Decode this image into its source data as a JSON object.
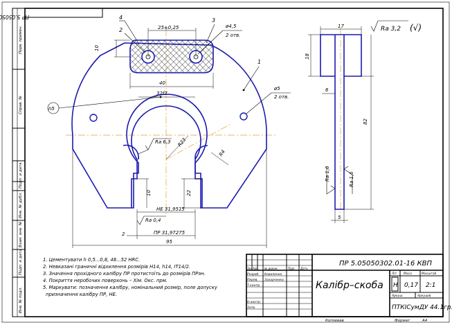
{
  "top_stamp": "ПР 5.05050302.01-16 КВП",
  "roughness_general": "Ra 3,2",
  "roughness_general_suffix": "(√)",
  "sidebar_labels": [
    "Перв. примен.",
    "Справ. №",
    "Подп. и дата",
    "Инв. № дубл.",
    "Взам. инв. №",
    "Подп. и дата",
    "Инв. № подл."
  ],
  "callouts": {
    "c1": "1",
    "c2": "2",
    "c3": "3",
    "c4": "4",
    "c2b": "2",
    "hole_small": "ø4,5",
    "hole_small_count": "2 отв.",
    "hole_big": "ø5",
    "hole_big_count": "2 отв.",
    "ref_n5": "n5"
  },
  "dimensions": {
    "d25": "25±0,25",
    "d10": "10",
    "d40": "40",
    "d32": "32f7",
    "ra63": "Ra 6,3",
    "r23": "R23",
    "r4": "R4",
    "d22": "22",
    "d10b": "10",
    "ne": "НЕ 31,9515",
    "ra04": "Ra 0,4",
    "pr": "ПР 31,97275",
    "d95": "95",
    "side17": "17",
    "side18": "18",
    "side6": "6",
    "side82": "82",
    "side_ra16a": "Ra 1,6",
    "side_ra16b": "Ra 1,6",
    "side5": "5"
  },
  "notes": [
    "1. Цементувати h 0,5...0,8, 48...52 HRC.",
    "2. Невказані граничні відхилення розмірів H14, h14, IT14/2.",
    "3. Значення прохідного калібру ПР протистоїть до розмірів ПРэн.",
    "4. Покриття неробочих поверхонь – Хім. Окс. прм.",
    "5. Маркувати: позначення калібру, номінальний розмір, поле допуску",
    "призначення калібру ПР, НЕ."
  ],
  "title_block": {
    "designation": "ПР 5.05050302.01-16 КВП",
    "name": "Калібр–скоба",
    "lit": "Н",
    "mass": "0,17",
    "scale": "2:1",
    "header_lit": "Літ",
    "header_mass": "Маса",
    "header_scale": "Масштаб",
    "sheet_label": "Аркуш",
    "sheets_label": "Аркушів",
    "org": "ПТКІСумДУ 44.1гр.",
    "roles": [
      "Зм.",
      "Арк.",
      "№ докум.",
      "Підп.",
      "Дата",
      "Розроб.",
      "Перев.",
      "Т.контр.",
      "Н.контр.",
      "Затв."
    ],
    "person1": "Коваленко",
    "person2": "Захарченко",
    "copy_label": "Копіював",
    "format_label": "Формат",
    "format_value": "А4"
  }
}
